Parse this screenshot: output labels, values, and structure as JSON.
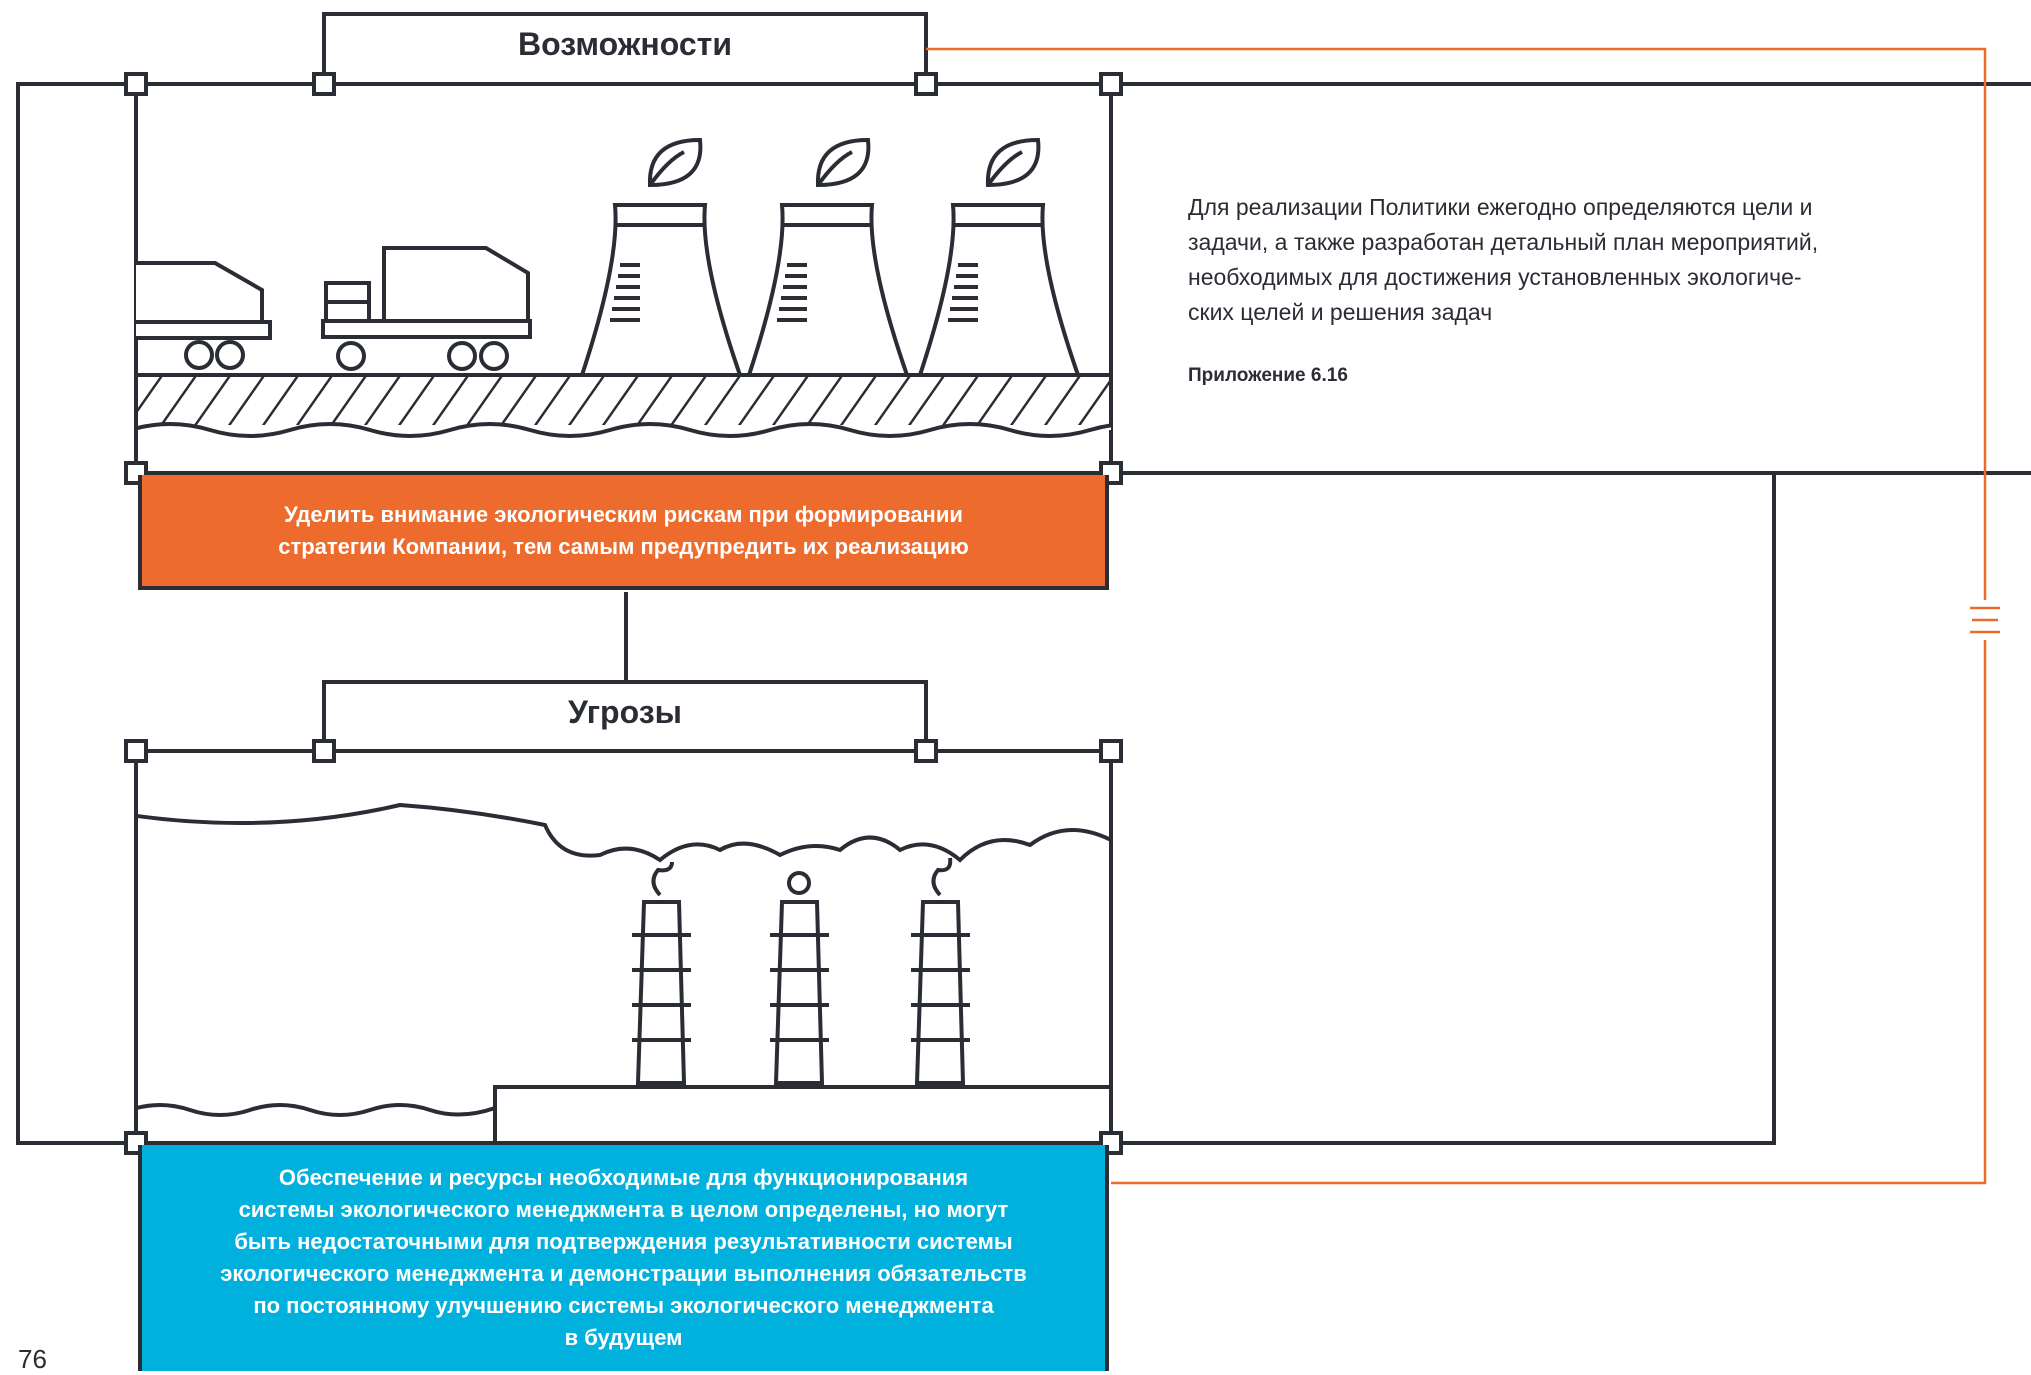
{
  "opportunities": {
    "title": "Возможности",
    "box_text_line1": "Уделить внимание экологическим рискам при формировании",
    "box_text_line2": "стратегии Компании, тем самым предупредить их реализацию"
  },
  "threats": {
    "title": "Угрозы",
    "box_lines": [
      "Обеспечение и ресурсы необходимые для функционирования",
      "системы экологического менеджмента в целом определены, но могут",
      "быть недостаточными для подтверждения результативности системы",
      "экологического менеджмента и демонстрации выполнения обязательств",
      "по постоянному улучшению системы экологического менеджмента",
      "в будущем"
    ]
  },
  "description": {
    "lines": [
      "Для реализации Политики ежегодно определяются цели и",
      "задачи, а также разработан детальный план мероприятий,",
      "необходимых для достижения установленных экологиче-",
      "ских целей и решения задач"
    ],
    "reference": "Приложение 6.16"
  },
  "page_number": "76",
  "colors": {
    "line": "#2b2d35",
    "accent_orange": "#ed6b2c",
    "accent_blue": "#00b0dd",
    "text": "#2b2d35"
  },
  "icons": {
    "top_scene": [
      "wagon-icon",
      "truck-icon",
      "eco-cooling-tower-icon",
      "eco-cooling-tower-icon",
      "eco-cooling-tower-icon"
    ],
    "bottom_scene": [
      "smoke-cloud-icon",
      "chimney-icon",
      "chimney-icon",
      "chimney-icon"
    ]
  }
}
